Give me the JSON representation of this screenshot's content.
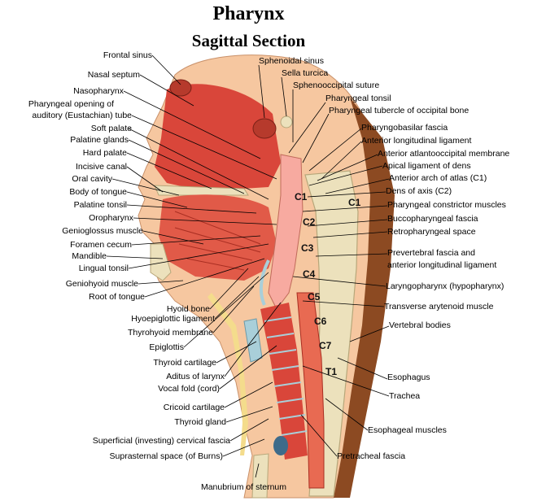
{
  "title": "Pharynx",
  "subtitle": "Sagittal Section",
  "labels_left": [
    "Frontal sinus",
    "Nasal septum",
    "Nasopharynx",
    "Pharyngeal opening of",
    "auditory (Eustachian) tube",
    "Soft palate",
    "Palatine glands",
    "Hard palate",
    "Incisive canal",
    "Oral cavity",
    "Body of tongue",
    "Palatine tonsil",
    "Oropharynx",
    "Genioglossus muscle",
    "Foramen cecum",
    "Mandible",
    "Lingual tonsil",
    "Geniohyoid muscle",
    "Root of tongue",
    "Hyoid bone",
    "Hyoepiglottic ligament",
    "Thyrohyoid membrane",
    "Epiglottis",
    "Thyroid cartilage",
    "Aditus of larynx",
    "Vocal fold (cord)",
    "Cricoid cartilage",
    "Thyroid gland",
    "Superficial (investing) cervical fascia",
    "Suprasternal space (of Burns)",
    "Manubrium of sternum"
  ],
  "labels_top": [
    "Sphenoidal sinus",
    "Sella turcica",
    "Sphenooccipital suture",
    "Pharyngeal tonsil",
    "Pharyngeal tubercle of occipital bone"
  ],
  "labels_right": [
    "Pharyngobasilar fascia",
    "Anterior longitudinal ligament",
    "Anterior atlantooccipital membrane",
    "Apical ligament of dens",
    "Anterior arch of atlas (C1)",
    "Dens of axis (C2)",
    "Pharyngeal constrictor muscles",
    "Buccopharyngeal fascia",
    "Retropharyngeal space",
    "Prevertebral fascia and",
    "anterior longitudinal ligament",
    "Laryngopharynx (hypopharynx)",
    "Transverse arytenoid muscle",
    "Vertebral bodies",
    "Esophagus",
    "Trachea",
    "Esophageal muscles",
    "Pretracheal fascia"
  ],
  "vertebrae": [
    "C1",
    "C1",
    "C2",
    "C3",
    "C4",
    "C5",
    "C6",
    "C7",
    "T1"
  ],
  "colors": {
    "muscle": "#d9463a",
    "muscle_light": "#f09080",
    "skin": "#f6c7a0",
    "fat": "#f4dc8c",
    "bone": "#ece1bc",
    "bone_outline": "#b7a77a",
    "mucosa": "#f7aaa0",
    "cartilage": "#a9cfd9",
    "vessel": "#3e6b8a",
    "brown": "#8c4a22"
  }
}
